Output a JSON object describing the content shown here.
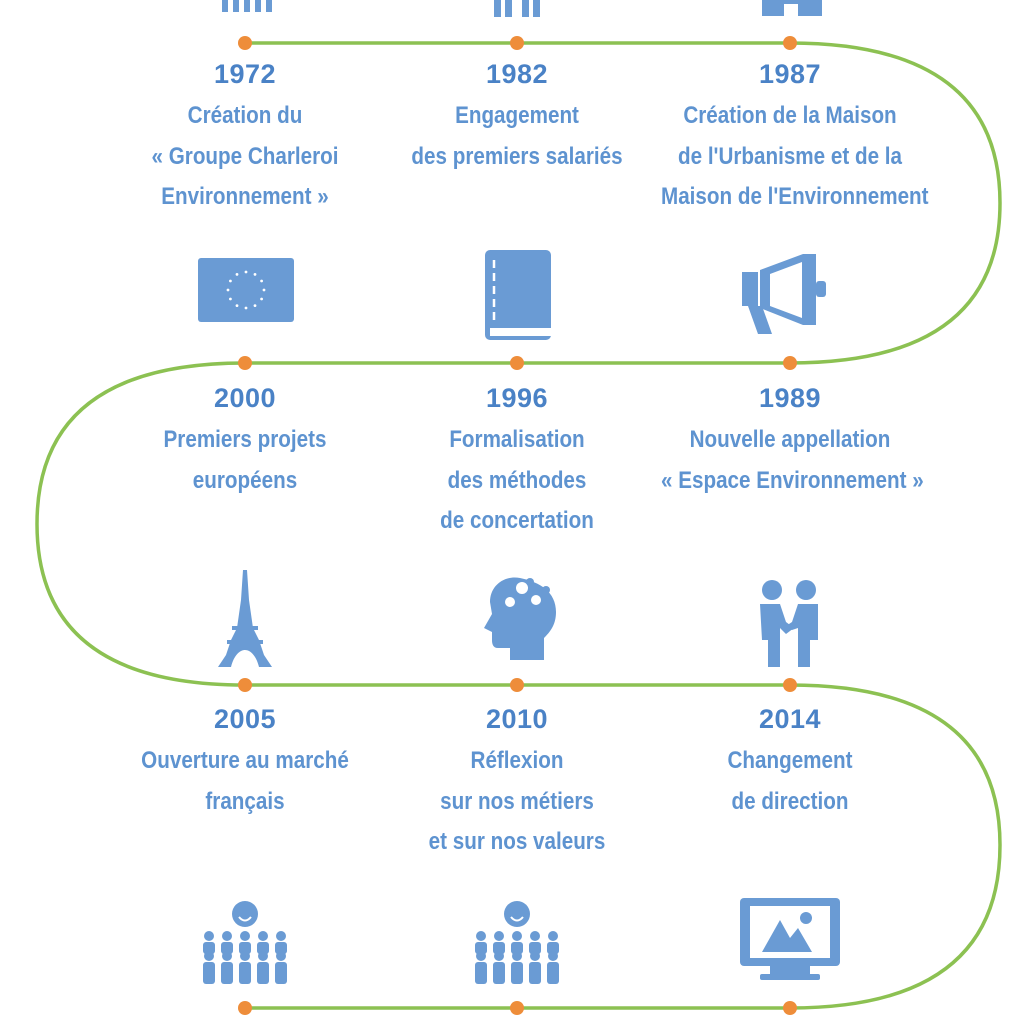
{
  "colors": {
    "path": "#8cc152",
    "dot": "#ee8d3a",
    "icon": "#6a9bd4",
    "year": "#4a82c6",
    "text": "#5e93d0"
  },
  "milestones": [
    {
      "year": "1972",
      "lines": [
        "Création du",
        "« Groupe Charleroi",
        "Environnement »"
      ],
      "icon": "people-group-icon"
    },
    {
      "year": "1982",
      "lines": [
        "Engagement",
        "des premiers salariés"
      ],
      "icon": "people-icon"
    },
    {
      "year": "1987",
      "lines": [
        "Création de la Maison",
        "de l'Urbanisme et de la",
        "Maison de l'Environnement"
      ],
      "icon": "house-icon"
    },
    {
      "year": "1989",
      "lines": [
        "Nouvelle appellation",
        "« Espace Environnement »"
      ],
      "icon": "megaphone-icon"
    },
    {
      "year": "1996",
      "lines": [
        "Formalisation",
        "des méthodes",
        "de concertation"
      ],
      "icon": "book-icon"
    },
    {
      "year": "2000",
      "lines": [
        "Premiers projets",
        "européens"
      ],
      "icon": "eu-flag-icon"
    },
    {
      "year": "2005",
      "lines": [
        "Ouverture au marché",
        "français"
      ],
      "icon": "eiffel-tower-icon"
    },
    {
      "year": "2010",
      "lines": [
        "Réflexion",
        "sur nos métiers",
        "et sur nos valeurs"
      ],
      "icon": "head-gears-icon"
    },
    {
      "year": "2014",
      "lines": [
        "Changement",
        "de direction"
      ],
      "icon": "handshake-icon"
    },
    {
      "year": "",
      "lines": [],
      "icon": "monitor-image-icon"
    },
    {
      "year": "",
      "lines": [],
      "icon": "team-leader-icon"
    },
    {
      "year": "",
      "lines": [],
      "icon": "team-leader-icon"
    }
  ]
}
